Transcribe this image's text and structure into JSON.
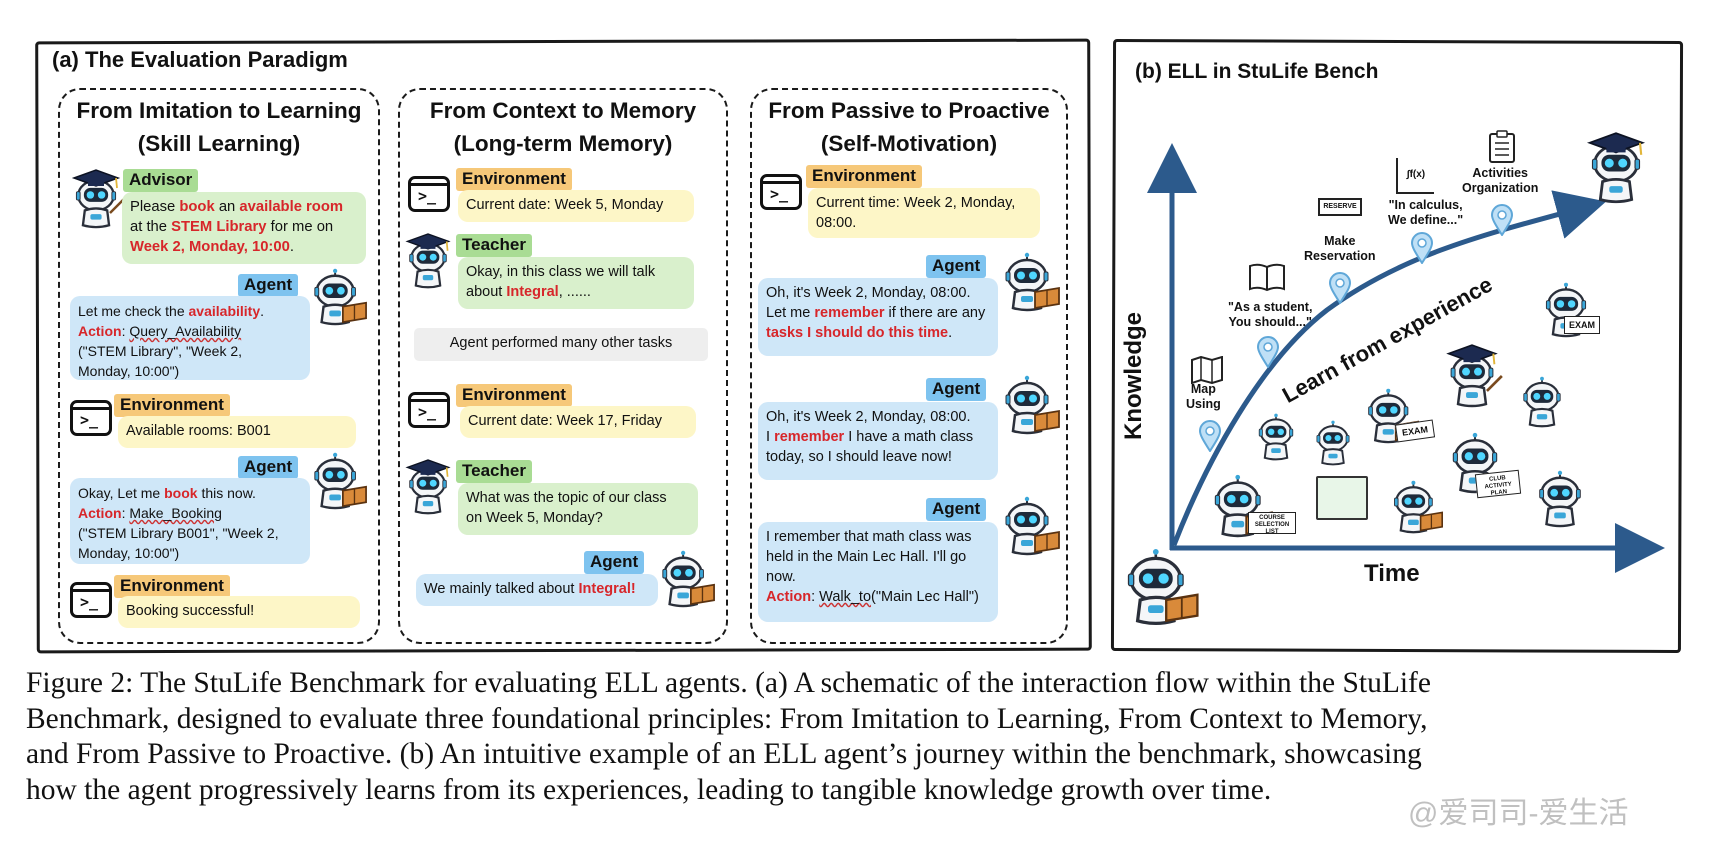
{
  "panel_a": {
    "title": "(a) The Evaluation Paradigm",
    "col1": {
      "title_line1": "From Imitation to Learning",
      "title_line2": "(Skill Learning)",
      "advisor_tag": "Advisor",
      "advisor_msg": {
        "p1": "Please ",
        "h1": "book",
        "p2": " an ",
        "h2": "available room",
        "p3": "at the ",
        "h3": "STEM Library",
        "p4": " for me on",
        "h4": "Week 2, Monday, 10:00",
        "p5": "."
      },
      "agent1_tag": "Agent",
      "agent1_msg": {
        "p1": "Let me check the ",
        "h1": "availability",
        "p2": ".",
        "action_label": "Action",
        "colon": ": ",
        "fn": "Query_Availability",
        "args1": "(\"STEM Library\", \"Week 2,",
        "args2": "Monday, 10:00\")"
      },
      "env1_tag": "Environment",
      "env1_msg": "Available rooms: B001",
      "agent2_tag": "Agent",
      "agent2_msg": {
        "p1": "Okay, Let me ",
        "h1": "book",
        "p2": " this now.",
        "action_label": "Action",
        "colon": ": ",
        "fn": "Make_Booking",
        "args1": "(\"STEM Library B001\", \"Week 2,",
        "args2": "Monday, 10:00\")"
      },
      "env2_tag": "Environment",
      "env2_msg": "Booking successful!"
    },
    "col2": {
      "title_line1": "From Context to Memory",
      "title_line2": "(Long-term Memory)",
      "env1_tag": "Environment",
      "env1_msg": "Current date: Week 5, Monday",
      "teacher1_tag": "Teacher",
      "teacher1_msg": {
        "p1": "Okay, in this class we will talk",
        "p2": "about ",
        "h1": "Integral",
        "p3": ", ......"
      },
      "gray_msg": "Agent performed many other tasks",
      "env2_tag": "Environment",
      "env2_msg": "Current date: Week 17, Friday",
      "teacher2_tag": "Teacher",
      "teacher2_msg": {
        "p1": "What was the topic of our class",
        "p2": "on Week 5, Monday?"
      },
      "agent_tag": "Agent",
      "agent_msg": {
        "p1": "We mainly talked about ",
        "h1": "Integral!"
      }
    },
    "col3": {
      "title_line1": "From Passive to Proactive",
      "title_line2": "(Self-Motivation)",
      "env_tag": "Environment",
      "env_msg": {
        "l1": "Current time: Week 2, Monday,",
        "l2": "08:00."
      },
      "agent1_tag": "Agent",
      "agent1_msg": {
        "l1": "Oh, it's Week 2, Monday, 08:00.",
        "p1": "Let me ",
        "h1": "remember",
        "p2": " if there are any",
        "h2": "tasks I should do this time",
        "p3": "."
      },
      "agent2_tag": "Agent",
      "agent2_msg": {
        "l1": "Oh, it's Week 2, Monday, 08:00.",
        "p0": "I ",
        "h1": "remember",
        "p1": " I have a math class",
        "l3": "today, so I should leave now!"
      },
      "agent3_tag": "Agent",
      "agent3_msg": {
        "l1": "I remember that math class was",
        "l2": "held in the Main Lec Hall. I'll go",
        "l3": "now.",
        "action_label": "Action",
        "colon": ": ",
        "fn": "Walk_to",
        "args": "(\"Main Lec Hall\")"
      }
    }
  },
  "panel_b": {
    "title": "(b) ELL in StuLife Bench",
    "y_axis": "Knowledge",
    "x_axis": "Time",
    "curve_label": "Learn from experience",
    "milestones": [
      {
        "l1": "Map",
        "l2": "Using",
        "icon": "map-icon"
      },
      {
        "l1": "\"As a student,",
        "l2": "You should...\"",
        "icon": "book-icon"
      },
      {
        "l1": "Make",
        "l2": "Reservation",
        "icon": "reserve-icon",
        "sign": "RESERVE"
      },
      {
        "l1": "\"In calculus,",
        "l2": "We define...\"",
        "icon": "calculus-icon",
        "sign": "∫f(x)"
      },
      {
        "l1": "Activities",
        "l2": "Organization",
        "icon": "clipboard-icon"
      }
    ],
    "signs": {
      "exam1": "EXAM",
      "exam2": "EXAM",
      "course": "COURSE SELECTION LIST",
      "club": "CLUB ACTIVITY PLAN"
    }
  },
  "caption": {
    "line1": "Figure 2: The StuLife Benchmark for evaluating ELL agents. (a) A schematic of the interaction flow within the StuLife",
    "line2": "Benchmark, designed to evaluate three foundational principles: From Imitation to Learning, From Context to Memory,",
    "line3": "and From Passive to Proactive. (b) An intuitive example of an ELL agent’s journey within the benchmark, showcasing",
    "line4": "how the agent progressively learns from its experiences, leading to tangible knowledge growth over time."
  },
  "watermark": "@爱司司-爱生活",
  "colors": {
    "environment_tag": "#f6c879",
    "advisor_tag": "#a9dc94",
    "agent_tag": "#7ec3ef",
    "env_bubble": "#fdf6c7",
    "advisor_bubble": "#d9f0cc",
    "agent_bubble": "#cfe7f8",
    "highlight": "#d7262a",
    "axis": "#2c5a8c"
  }
}
